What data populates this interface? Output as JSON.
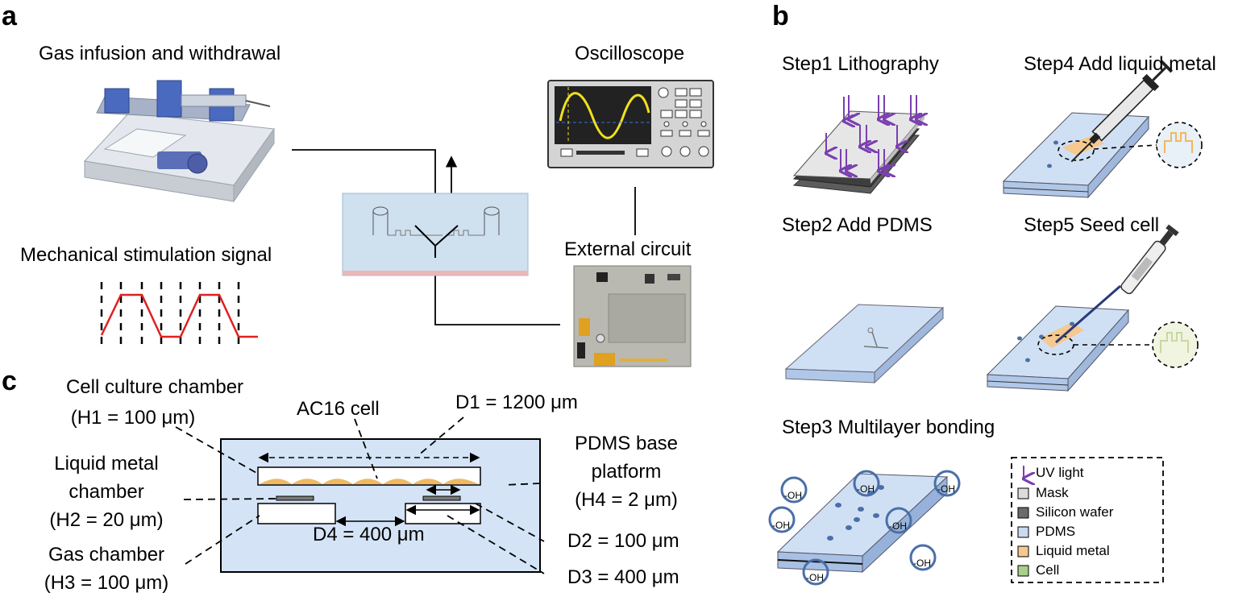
{
  "panels": {
    "a": "a",
    "b": "b",
    "c": "c"
  },
  "panel_a": {
    "gas_title": "Gas infusion and withdrawal",
    "oscilloscope": "Oscilloscope",
    "external_circuit": "External circuit",
    "mechanical_signal": "Mechanical stimulation signal"
  },
  "panel_b": {
    "step1": "Step1 Lithography",
    "step2": "Step2 Add PDMS",
    "step3": "Step3 Multilayer bonding",
    "step4": "Step4 Add liquid metal",
    "step5": "Step5 Seed cell",
    "hydroxyl": "-OH",
    "legend": [
      {
        "label": "UV light",
        "color": "#7a3fb0",
        "icon": "arrow-down-icon"
      },
      {
        "label": "Mask",
        "color": "#dcdcdc",
        "icon": "square-icon"
      },
      {
        "label": "Silicon wafer",
        "color": "#6b6b6b",
        "icon": "square-icon"
      },
      {
        "label": "PDMS",
        "color": "#c9daf2",
        "icon": "square-icon"
      },
      {
        "label": "Liquid metal",
        "color": "#f5c98f",
        "icon": "square-icon"
      },
      {
        "label": "Cell",
        "color": "#a9cf8a",
        "icon": "square-icon"
      }
    ]
  },
  "panel_c": {
    "cell_chamber_1": "Cell culture chamber",
    "cell_chamber_2": "(H1 = 100 μm)",
    "ac16": "AC16 cell",
    "d1": "D1 = 1200 μm",
    "lm_1": "Liquid metal",
    "lm_2": "chamber",
    "lm_3": "(H2 = 20 μm)",
    "gas_1": "Gas chamber",
    "gas_2": "(H3 = 100 μm)",
    "d4": "D4 = 400 μm",
    "pdms_1": "PDMS base",
    "pdms_2": "platform",
    "pdms_3": "(H4 = 2 μm)",
    "d2": "D2 = 100 μm",
    "d3": "D3 = 400 μm"
  },
  "colors": {
    "pdms": "#c9daf2",
    "signal": "#e02020",
    "oh_circle": "#4a6fa8",
    "uv": "#7a3fb0",
    "liquid_metal": "#f5c98f",
    "scope_wave": "#f0e020"
  }
}
